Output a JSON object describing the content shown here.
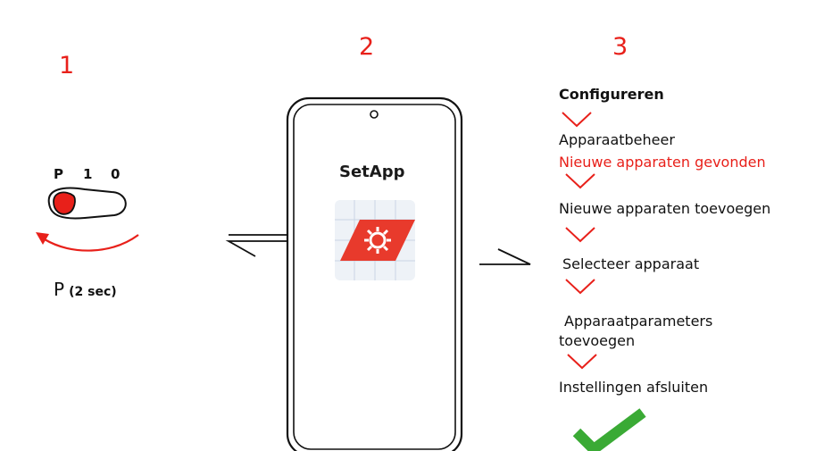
{
  "steps": {
    "one": {
      "number": "1"
    },
    "two": {
      "number": "2"
    },
    "three": {
      "number": "3"
    }
  },
  "switch": {
    "labels": [
      "P",
      "1",
      "0"
    ],
    "button": "P",
    "duration": "(2 sec)"
  },
  "phone": {
    "app_name": "SetApp",
    "icon": "gear-icon"
  },
  "flow": {
    "title": "Configureren",
    "items": [
      {
        "text": "Apparaatbeheer"
      },
      {
        "text": "Nieuwe apparaten gevonden",
        "highlight": true
      },
      {
        "text": "Nieuwe apparaten toevoegen"
      },
      {
        "text": "Selecteer apparaat"
      },
      {
        "text": "Apparaatparameters"
      },
      {
        "text": "toevoegen"
      },
      {
        "text": "Instellingen afsluiten"
      }
    ]
  },
  "colors": {
    "accent_red": "#e8201a",
    "check_green": "#3aaa35",
    "app_red": "#e83a2c"
  }
}
